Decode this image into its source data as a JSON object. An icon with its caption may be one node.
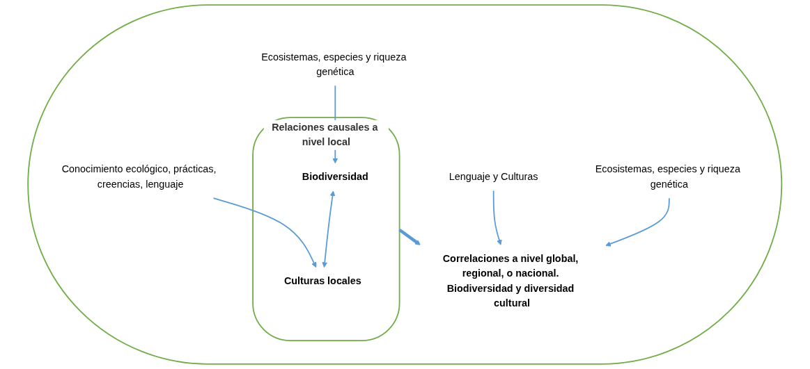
{
  "diagram": {
    "nodes": [
      {
        "text": [],
        "shape": "ellipse"
      },
      {
        "text": [
          "Correlaciones a nivel global, regional, o nacional. Biodiversidad y diversidad cultural"
        ],
        "in": 0
      },
      {
        "text": [
          "Ecosistemas, especies y riqueza genética"
        ],
        "in": 0
      },
      {
        "text": [
          "Lenguaje y Culturas"
        ],
        "in": 0
      },
      {
        "text": [
          "Relaciones causales a nivel local"
        ],
        "in": 0
      },
      {
        "text": [
          "Biodiversidad"
        ],
        "in": 4
      },
      {
        "text": [
          "Culturas locales"
        ],
        "in": 4
      },
      {
        "text": [
          "Ecosistemas, especies y riqueza genética"
        ],
        "in": 0
      },
      {
        "text": [
          "Conocimiento ecológico, prácticas, creencias, lenguaje"
        ],
        "in": 0
      }
    ],
    "edges": [
      {
        "from": 2,
        "to": 1,
        "arrow": "to"
      },
      {
        "from": 3,
        "to": 1,
        "arrow": "to"
      },
      {
        "from": 4,
        "to": 1,
        "arrow": "to",
        "style": "thick"
      },
      {
        "from": 5,
        "to": 6,
        "arrow": "both"
      },
      {
        "from": 7,
        "to": 5,
        "arrow": "to"
      },
      {
        "from": 8,
        "to": 6,
        "arrow": "to"
      }
    ]
  }
}
